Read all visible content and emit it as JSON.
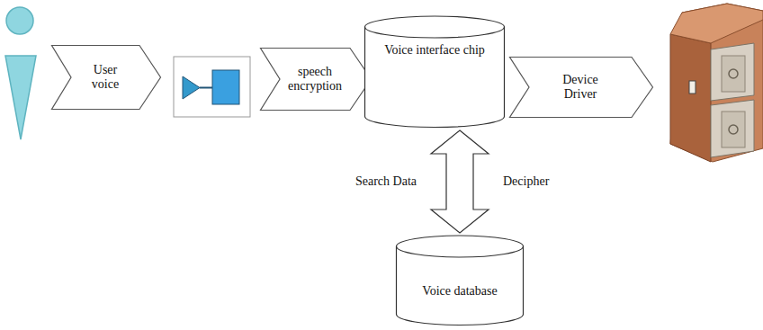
{
  "diagram": {
    "nodes": [
      {
        "text": [
          "User voice"
        ]
      },
      {
        "text": [
          "speech encryption"
        ]
      },
      {
        "text": [
          "Voice interface chip"
        ]
      },
      {
        "text": [
          "Device Driver"
        ]
      },
      {
        "text": [
          "Voice database"
        ]
      }
    ],
    "edges": [
      {
        "from": 2,
        "to": 4,
        "arrow": "both",
        "label": "Search Data"
      }
    ],
    "labels": [
      "Decipher"
    ]
  }
}
